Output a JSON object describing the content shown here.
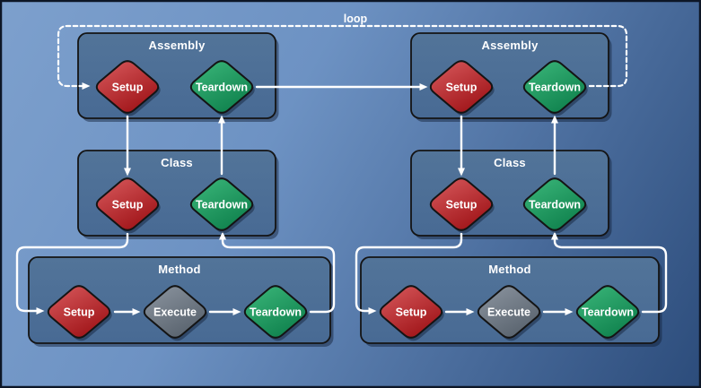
{
  "loop_label": "loop",
  "columns": [
    {
      "assembly": {
        "title": "Assembly",
        "setup": "Setup",
        "teardown": "Teardown"
      },
      "class": {
        "title": "Class",
        "setup": "Setup",
        "teardown": "Teardown"
      },
      "method": {
        "title": "Method",
        "setup": "Setup",
        "execute": "Execute",
        "teardown": "Teardown"
      }
    },
    {
      "assembly": {
        "title": "Assembly",
        "setup": "Setup",
        "teardown": "Teardown"
      },
      "class": {
        "title": "Class",
        "setup": "Setup",
        "teardown": "Teardown"
      },
      "method": {
        "title": "Method",
        "setup": "Setup",
        "execute": "Execute",
        "teardown": "Teardown"
      }
    }
  ],
  "colors": {
    "background_light": "#7da0cd",
    "background_mid": "#6d92c3",
    "background_dark": "#2c4c7b",
    "container_light": "#527499",
    "container_fill": "#4d6f9e",
    "container_dark": "#486a94",
    "setup_light": "#d95b5e",
    "setup_dark": "#a01519",
    "execute_light": "#8d96a1",
    "execute_dark": "#59636e",
    "teardown_light": "#3cb87b",
    "teardown_dark": "#10824e",
    "connector": "#ffffff",
    "label_text": "#ffffff",
    "outline": "#141414",
    "border": "#0d1626"
  }
}
